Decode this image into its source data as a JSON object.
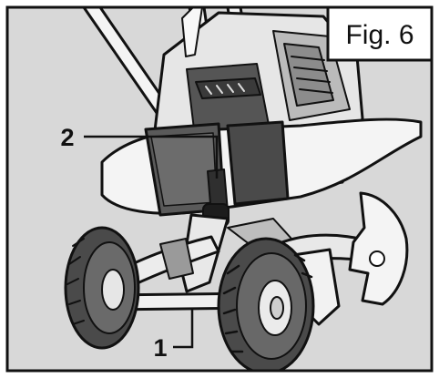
{
  "figure": {
    "label": "Fig. 6"
  },
  "callouts": [
    {
      "number": "2"
    },
    {
      "number": "1"
    }
  ],
  "colors": {
    "background": "#d8d8d8",
    "outline": "#111111",
    "tire": "#4a4a4a",
    "body_light": "#f2f2f2",
    "body_mid": "#bdbdbd",
    "body_dark": "#5c5c5c"
  }
}
